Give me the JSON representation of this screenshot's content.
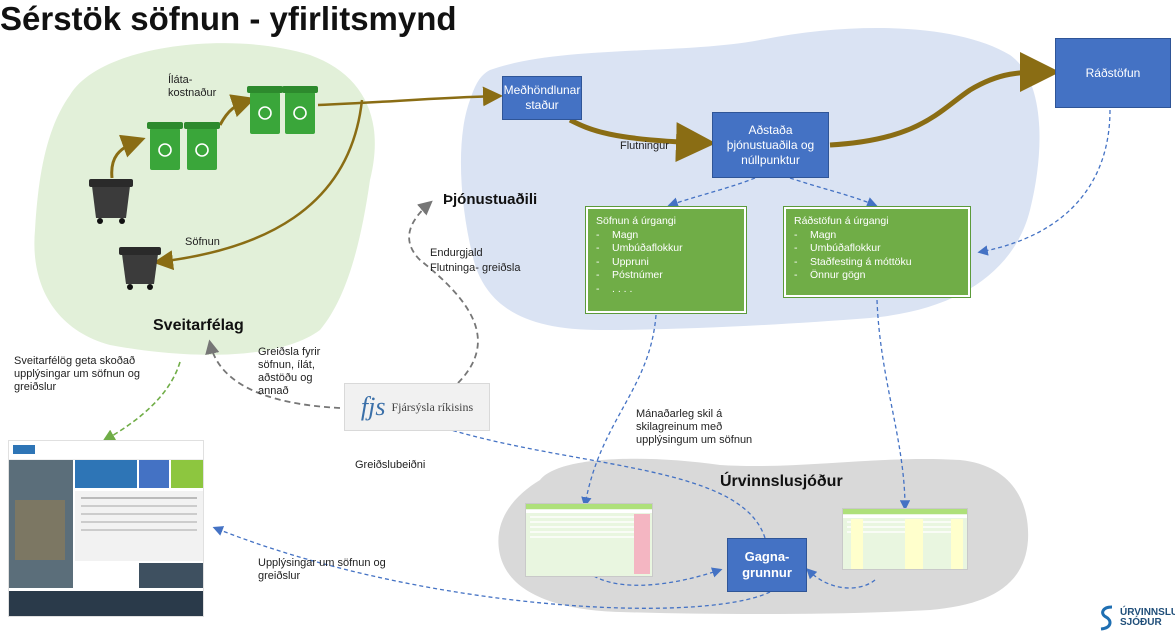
{
  "title": "Sérstök söfnun - yfirlitsmynd",
  "regions": {
    "municipality": "Sveitarfélag",
    "service_provider": "Þjónustuaðili",
    "fund": "Úrvinnslusjóður"
  },
  "boxes": {
    "treatment_site": "Meðhöndlunar staður",
    "facility": "Aðstaða þjónustuaðila og núllpunktur",
    "disposal": "Ráðstöfun",
    "database": "Gagna-grunnur"
  },
  "collection_box": {
    "title": "Söfnun á úrgangi",
    "items": [
      "Magn",
      "Umbúðaflokkur",
      "Uppruni",
      "Póstnúmer",
      ". . . ."
    ]
  },
  "disposal_box": {
    "title": "Ráðstöfun á úrgangi",
    "items": [
      "Magn",
      "Umbúðaflokkur",
      "Staðfesting á móttöku",
      "Önnur gögn"
    ]
  },
  "labels": {
    "container_cost": "Íláta- kostnaður",
    "transport": "Flutningur",
    "collection": "Söfnun",
    "reimbursement": "Endurgjald Flutninga- greiðsla",
    "payment_for": "Greiðsla fyrir söfnun, ílát, aðstöðu og annað",
    "municipality_view": "Sveitarfélög geta skoðað upplýsingar um söfnun og greiðslur",
    "monthly_returns": "Mánaðarleg skil á skilagreinum með upplýsingum um söfnun",
    "payment_request": "Greiðslubeiðni",
    "info_to_municipality": "Upplýsingar um söfnun og greiðslur"
  },
  "fjs": {
    "logo": "fjs",
    "name": "Fjársýsla ríkisins"
  },
  "brand": {
    "line1": "ÚRVINNSLU",
    "line2": "SJÓÐUR"
  },
  "colors": {
    "municipality_region": "#e2f0d9",
    "provider_region": "#dae3f3",
    "fund_region": "#d9d9d9",
    "blue_box": "#4472c4",
    "green_box": "#70ad47",
    "bin_green": "#3aa63a",
    "bin_dark": "#3b3b3b",
    "flow_arrow": "#8a6d14",
    "dashed_blue": "#4472c4",
    "dashed_green": "#70ad47",
    "dashed_grey": "#767676"
  }
}
